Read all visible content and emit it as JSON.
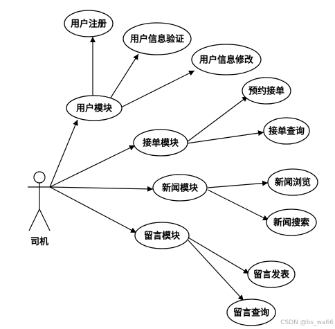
{
  "actor": {
    "label": "司机"
  },
  "use_cases": {
    "user_module": "用户模块",
    "user_register": "用户注册",
    "user_info_verify": "用户信息验证",
    "user_info_edit": "用户信息修改",
    "order_module": "接单模块",
    "reserve_order": "预约接单",
    "order_query": "接单查询",
    "news_module": "新闻模块",
    "news_browse": "新闻浏览",
    "news_search": "新闻搜索",
    "message_module": "留言模块",
    "message_post": "留言发表",
    "message_query": "留言查询"
  },
  "watermark": "CSDN @bs_wa66"
}
